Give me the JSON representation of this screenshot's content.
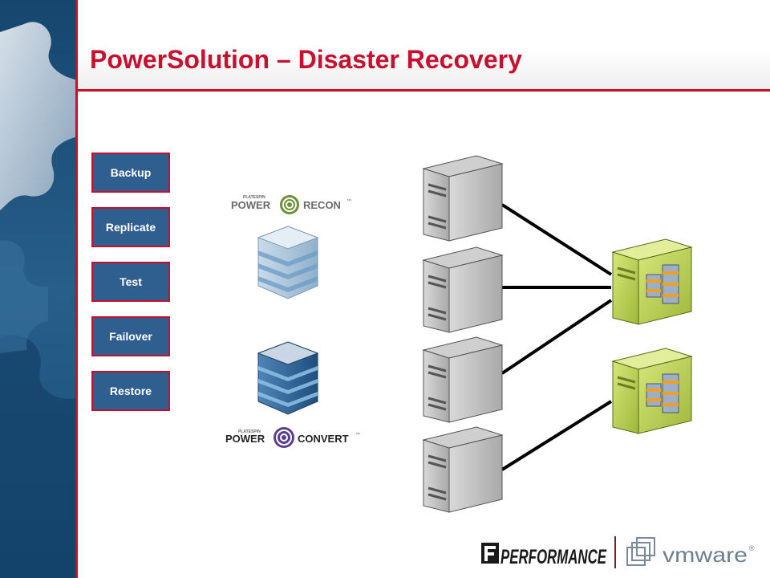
{
  "slide": {
    "title": "PowerSolution – Disaster Recovery"
  },
  "steps": [
    {
      "label": "Backup"
    },
    {
      "label": "Replicate"
    },
    {
      "label": "Test"
    },
    {
      "label": "Failover"
    },
    {
      "label": "Restore"
    }
  ],
  "products": {
    "recon": {
      "brand_small": "PLATESPIN",
      "word1": "POWER",
      "word2": "RECON",
      "tm": "™"
    },
    "convert": {
      "brand_small": "PLATESPIN",
      "word1": "POWER",
      "word2": "CONVERT",
      "tm": "™"
    }
  },
  "footer": {
    "performance_logo": "PERFORMANCE",
    "vmware_logo": "vmware",
    "vmware_reg": "®"
  },
  "colors": {
    "title_red": "#c8102e",
    "step_blue": "#2f5f8f",
    "server_gray": "#b8b8b8",
    "vm_host_green": "#b7cf4a"
  },
  "diagram": {
    "physical_servers": 4,
    "vm_hosts": 2,
    "links": [
      {
        "from": "physical-server-1",
        "to": "vm-host-1"
      },
      {
        "from": "physical-server-2",
        "to": "vm-host-1"
      },
      {
        "from": "physical-server-3",
        "to": "vm-host-1"
      },
      {
        "from": "physical-server-4",
        "to": "vm-host-2"
      }
    ]
  }
}
